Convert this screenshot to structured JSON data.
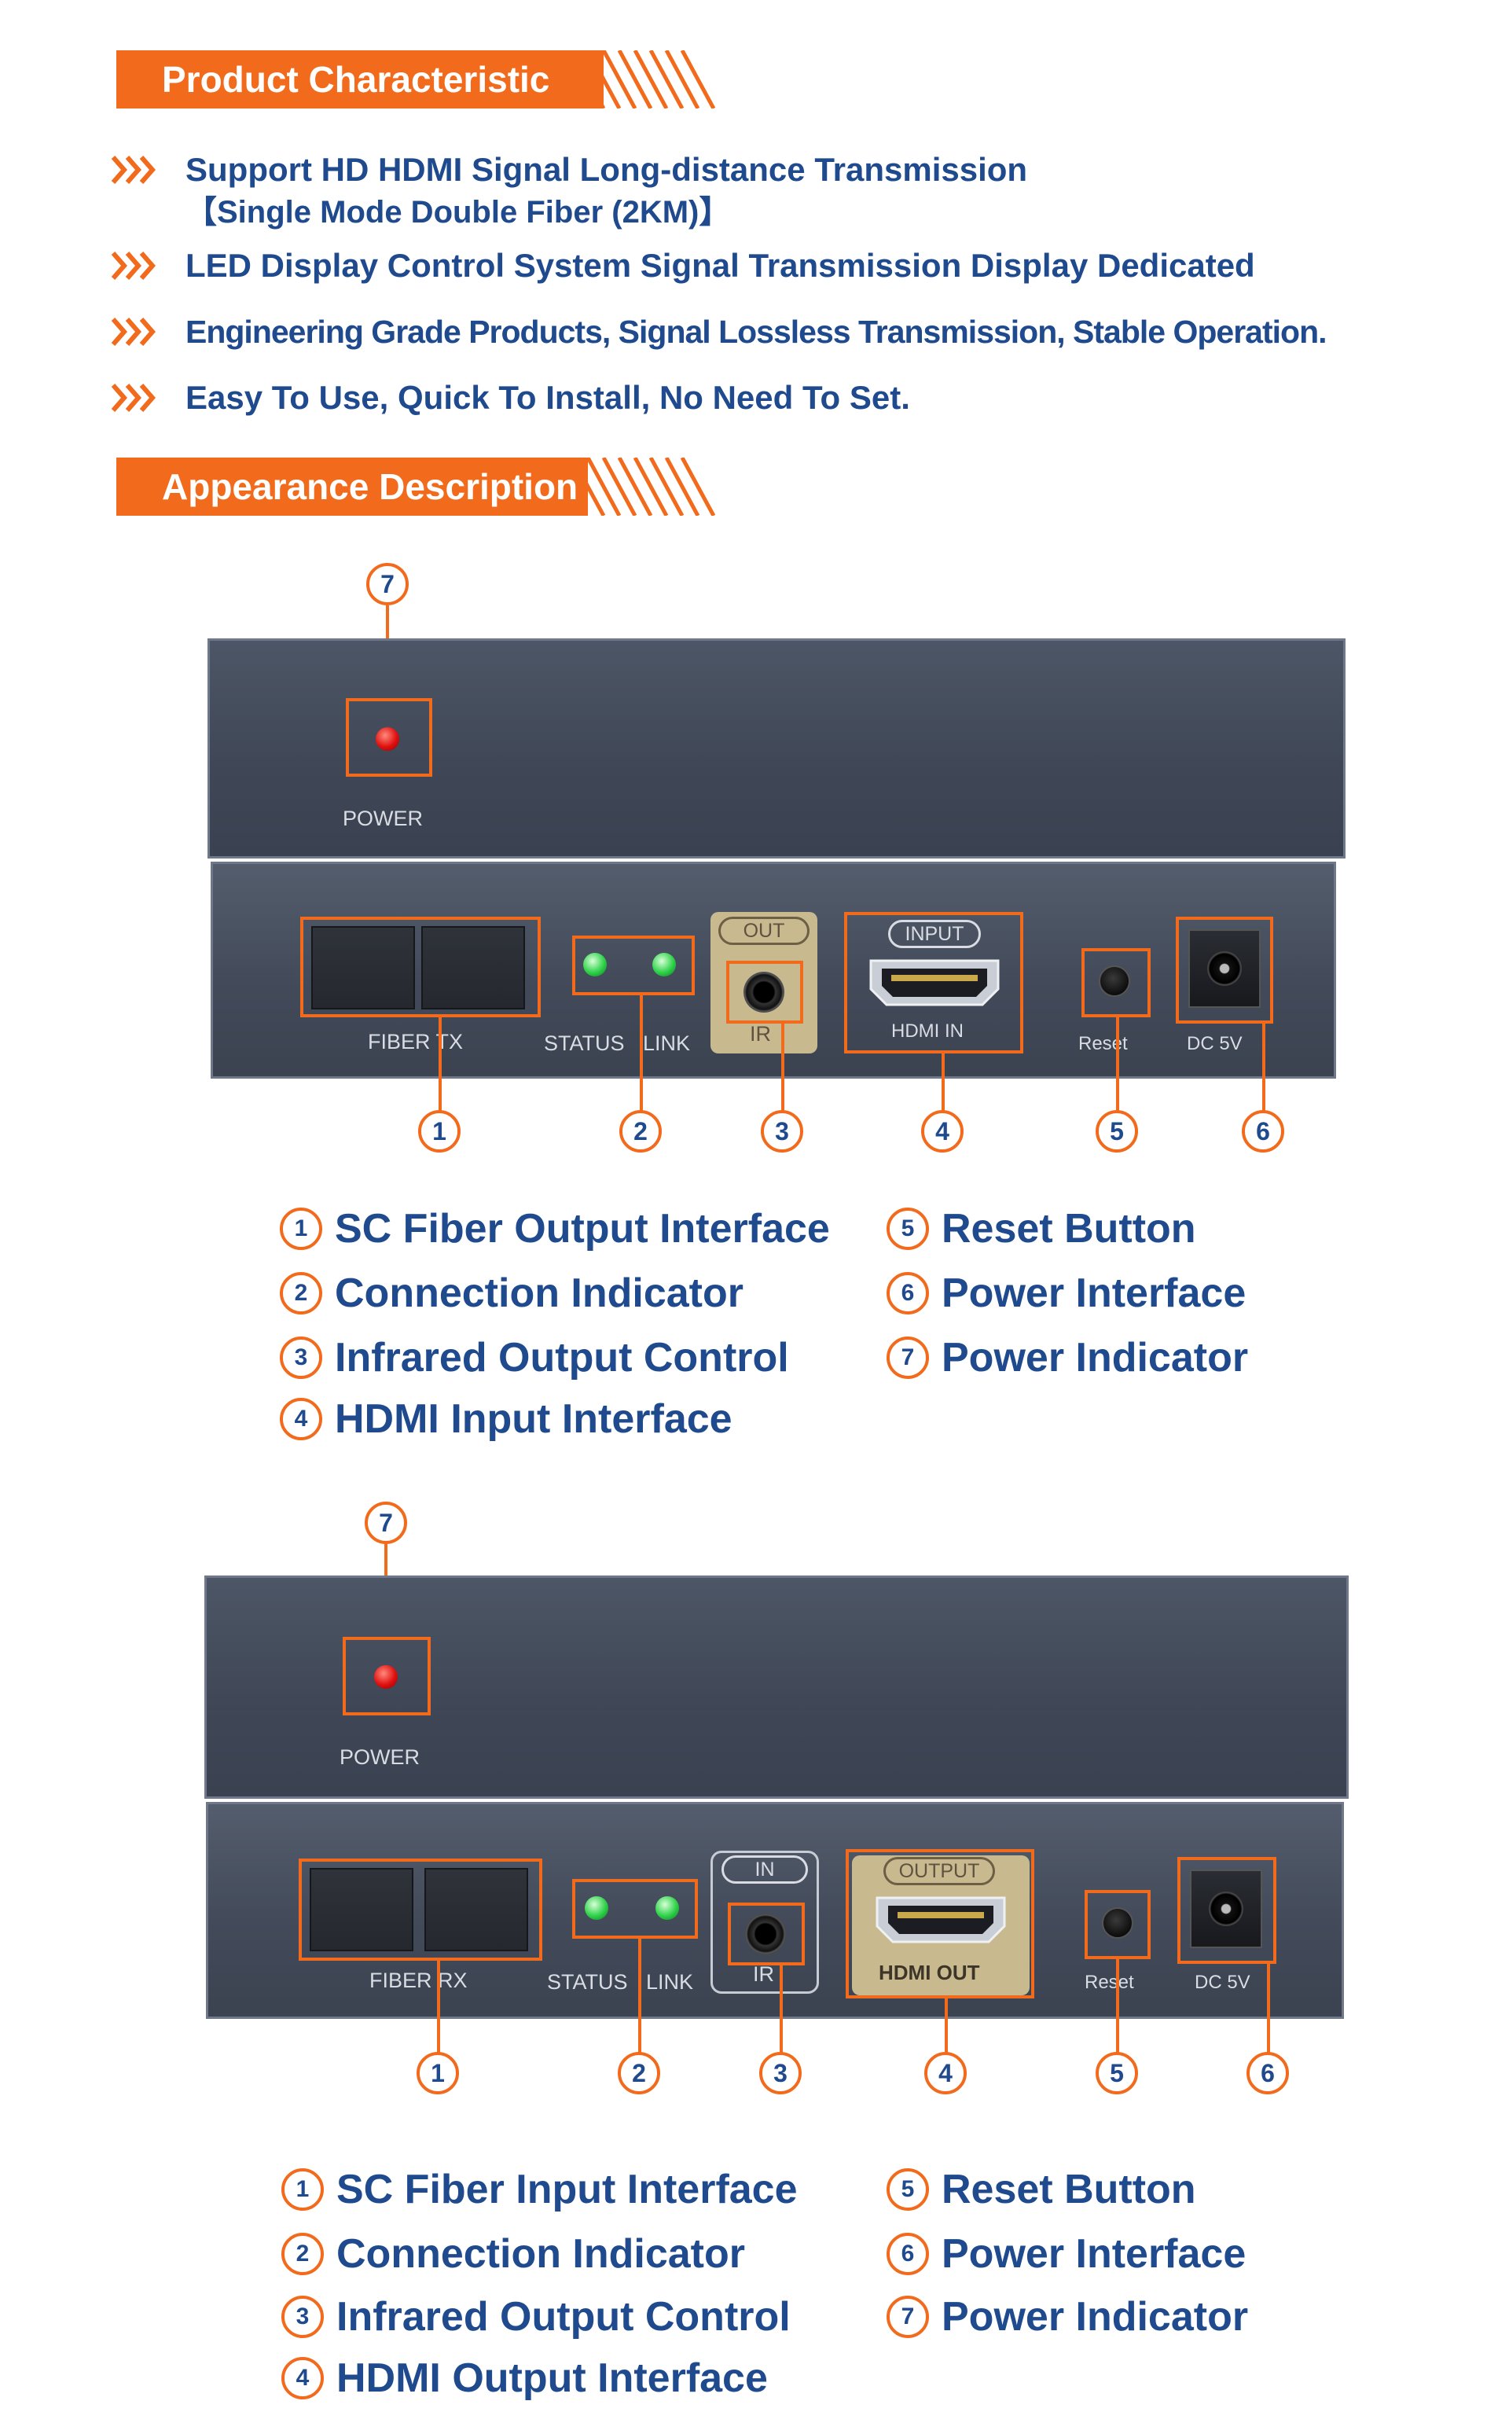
{
  "sections": {
    "characteristic_title": "Product Characteristic",
    "appearance_title": "Appearance Description"
  },
  "features": [
    {
      "line1": "Support HD HDMI Signal Long-distance Transmission",
      "line2": "【Single Mode Double Fiber (2KM)】"
    },
    {
      "line1": "LED Display Control System Signal Transmission Display Dedicated"
    },
    {
      "line1": "Engineering Grade Products, Signal Lossless Transmission, Stable Operation."
    },
    {
      "line1": "Easy To Use, Quick To Install, No Need To Set."
    }
  ],
  "transmitter": {
    "power_label": "POWER",
    "fiber_label": "FIBER TX",
    "status_label": "STATUS",
    "link_label": "LINK",
    "ir_pill": "OUT",
    "ir_label": "IR",
    "hdmi_pill": "INPUT",
    "hdmi_label": "HDMI IN",
    "reset_label": "Reset",
    "dc_label": "DC 5V",
    "callouts": [
      "1",
      "2",
      "3",
      "4",
      "5",
      "6",
      "7"
    ],
    "legend": [
      {
        "num": "1",
        "label": "SC Fiber Output Interface"
      },
      {
        "num": "2",
        "label": "Connection Indicator"
      },
      {
        "num": "3",
        "label": "Infrared Output Control"
      },
      {
        "num": "4",
        "label": "HDMI Input Interface"
      },
      {
        "num": "5",
        "label": "Reset Button"
      },
      {
        "num": "6",
        "label": "Power Interface"
      },
      {
        "num": "7",
        "label": "Power Indicator"
      }
    ]
  },
  "receiver": {
    "power_label": "POWER",
    "fiber_label": "FIBER RX",
    "status_label": "STATUS",
    "link_label": "LINK",
    "ir_pill": "IN",
    "ir_label": "IR",
    "hdmi_pill": "OUTPUT",
    "hdmi_label": "HDMI OUT",
    "reset_label": "Reset",
    "dc_label": "DC 5V",
    "callouts": [
      "1",
      "2",
      "3",
      "4",
      "5",
      "6",
      "7"
    ],
    "legend": [
      {
        "num": "1",
        "label": "SC Fiber Input Interface"
      },
      {
        "num": "2",
        "label": "Connection Indicator"
      },
      {
        "num": "3",
        "label": "Infrared Output Control"
      },
      {
        "num": "4",
        "label": "HDMI Output Interface"
      },
      {
        "num": "5",
        "label": "Reset Button"
      },
      {
        "num": "6",
        "label": "Power Interface"
      },
      {
        "num": "7",
        "label": "Power Indicator"
      }
    ]
  },
  "colors": {
    "accent": "#f26a1b",
    "text_blue": "#1f4a8e",
    "panel": "#434b5a"
  }
}
